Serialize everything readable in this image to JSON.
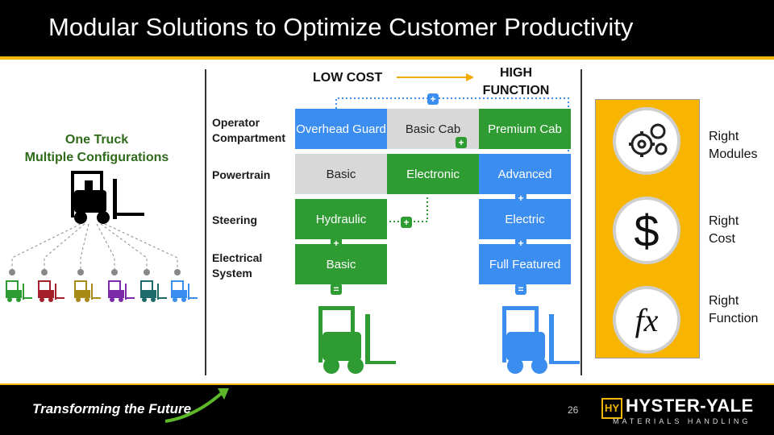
{
  "title": "Modular Solutions to Optimize Customer Productivity",
  "left": {
    "line1": "One Truck",
    "line2": "Multiple Configurations"
  },
  "trucks": [
    {
      "color": "#2f9b33"
    },
    {
      "color": "#a3202a"
    },
    {
      "color": "#a88a17"
    },
    {
      "color": "#7b2aa8"
    },
    {
      "color": "#1d6b6b"
    },
    {
      "color": "#3b8ef0"
    }
  ],
  "axis": {
    "low_cost": "LOW COST",
    "high_function_1": "HIGH",
    "high_function_2": "FUNCTION"
  },
  "rows": [
    {
      "label_1": "Operator",
      "label_2": "Compartment",
      "cells": [
        "Overhead Guard",
        "Basic Cab",
        "Premium Cab"
      ]
    },
    {
      "label_1": "Powertrain",
      "label_2": "",
      "cells": [
        "Basic",
        "Electronic",
        "Advanced"
      ]
    },
    {
      "label_1": "Steering",
      "label_2": "",
      "cells": [
        "Hydraulic",
        "",
        "Electric"
      ]
    },
    {
      "label_1": "Electrical",
      "label_2": "System",
      "cells": [
        "Basic",
        "",
        "Full Featured"
      ]
    }
  ],
  "badges": {
    "plus": "+",
    "equals": "="
  },
  "right": {
    "modules_1": "Right",
    "modules_2": "Modules",
    "cost_1": "Right",
    "cost_2": "Cost",
    "function_1": "Right",
    "function_2": "Function",
    "dollar": "$",
    "fx": "fx"
  },
  "footer": {
    "tagline": "Transforming the Future",
    "page": "26",
    "logo_mark": "HY",
    "logo": "HYSTER-YALE",
    "logo_sub": "MATERIALS HANDLING"
  },
  "colors": {
    "accent": "#f2b705",
    "blue": "#3b8ef0",
    "green": "#2f9b33",
    "gray": "#d8d8d8"
  }
}
